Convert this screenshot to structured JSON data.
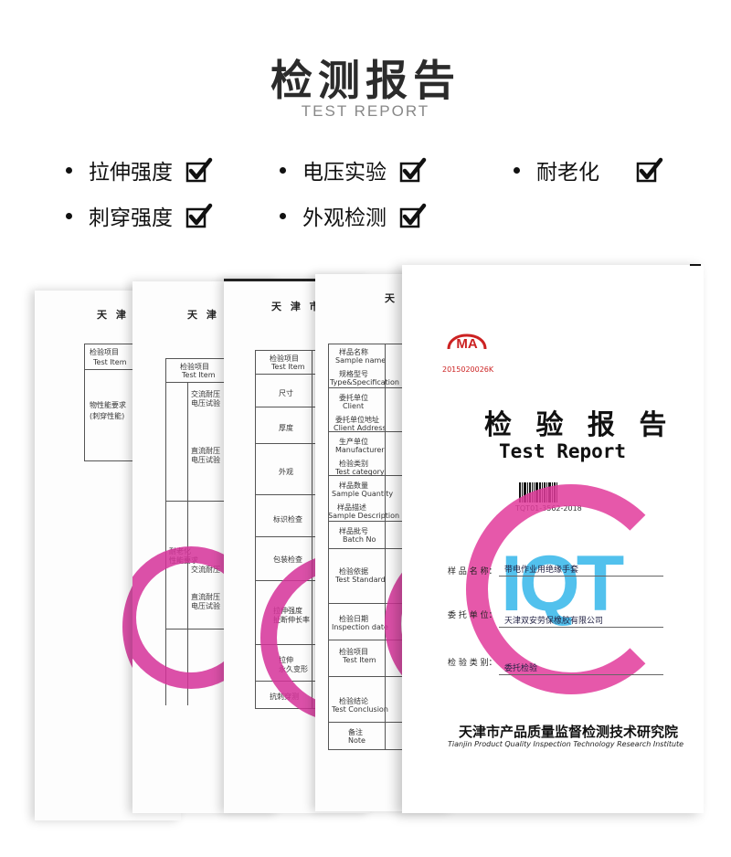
{
  "header": {
    "title": "检测报告",
    "subtitle": "TEST REPORT"
  },
  "checklist": [
    {
      "label": "拉伸强度",
      "checked": true
    },
    {
      "label": "电压实验",
      "checked": true
    },
    {
      "label": "耐老化",
      "checked": true
    },
    {
      "label": "刺穿强度",
      "checked": true
    },
    {
      "label": "外观检测",
      "checked": true
    }
  ],
  "icons": {
    "bullet": "bullet-dot-icon",
    "check": "checkbox-checked-icon"
  },
  "colors": {
    "stamp_pink": "#e23c9c",
    "stamp_blue": "#34b7ea",
    "ma_red": "#cc2222"
  },
  "front_report": {
    "ma_logo_text": "MA",
    "ma_code": "2015020026K",
    "title_cn": "检 验 报 告",
    "title_en": "Test Report",
    "report_no": "TQT01-3562-2018",
    "stamp_text": "IQT",
    "fields": [
      {
        "label": "样 品 名 称：",
        "value": "带电作业用绝缘手套"
      },
      {
        "label": "委 托 单 位：",
        "value": "天津双安劳保橡胶有限公司"
      },
      {
        "label": "检 验 类 别：",
        "value": "委托检验"
      }
    ],
    "institute_cn": "天津市产品质量监督检测技术研究院",
    "institute_en": "Tianjin Product Quality Inspection Technology Research Institute"
  },
  "back_sheets": {
    "sheet_title": "天 津 市",
    "rows_a": [
      "检验项目",
      "Test Item",
      "物性能要求",
      "(刺穿性能)"
    ],
    "rows_b": [
      "检验项目",
      "Test Item",
      "交流耐压",
      "电压试验",
      "直流耐压",
      "电压试验",
      "耐老化",
      "性能要求",
      "交流耐压",
      "直流耐压",
      "电压试验"
    ],
    "rows_c": [
      "检验项目",
      "Test Item",
      "尺寸",
      "厚度",
      "外观",
      "标识检查",
      "包装检查",
      "拉伸强度",
      "扯断伸长率",
      "拉伸",
      "永久变形",
      "抗刺穿测"
    ],
    "rows_d": [
      "样品名称",
      "Sample name",
      "规格型号",
      "Type&Specification",
      "委托单位",
      "Client",
      "委托单位地址",
      "Client Address",
      "生产单位",
      "Manufacturer",
      "检验类别",
      "Test category",
      "样品数量",
      "Sample Quantity",
      "样品描述",
      "Sample Description",
      "样品批号",
      "Batch No",
      "检验依据",
      "Test Standard",
      "检验日期",
      "Inspection date",
      "检验项目",
      "Test Item",
      "检验结论",
      "Test Conclusion",
      "备注",
      "Note"
    ]
  }
}
